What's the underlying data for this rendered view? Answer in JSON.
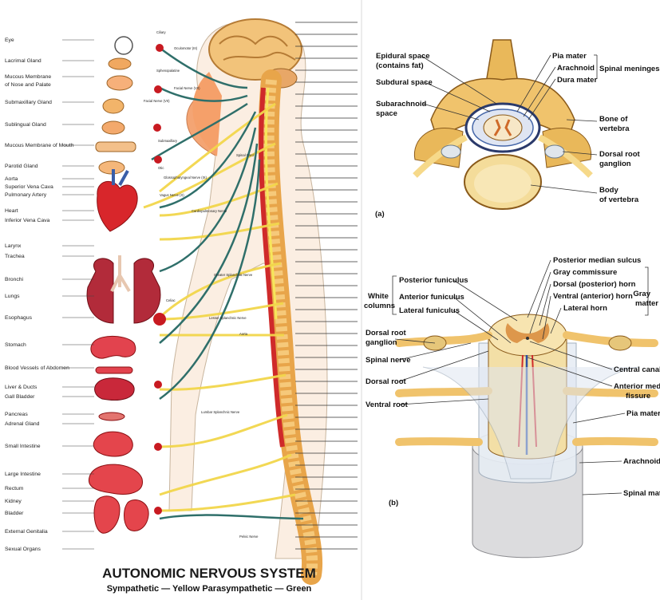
{
  "left_panel": {
    "title": "AUTONOMIC NERVOUS SYSTEM",
    "subtitle": "Sympathetic — Yellow   Parasympathetic — Green",
    "organ_labels": [
      "Eye",
      "Lacrimal Gland",
      "Mucous Membrane",
      "of Nose and Palate",
      "Submaxillary Gland",
      "Sublingual Gland",
      "Mucous Membrane of Mouth",
      "Parotid Gland",
      "Aorta",
      "Superior Vena Cava",
      "Pulmonary Artery",
      "Heart",
      "Inferior Vena Cava",
      "Larynx",
      "Trachea",
      "Bronchi",
      "Lungs",
      "Esophagus",
      "Stomach",
      "Blood Vessels of Abdomen",
      "Liver & Ducts",
      "Gall Bladder",
      "Pancreas",
      "Adrenal Gland",
      "Small Intestine",
      "Large Intestine",
      "Rectum",
      "Kidney",
      "Bladder",
      "External Genitalia",
      "Sexual Organs"
    ],
    "small_labels": [
      "Ciliary",
      "Oculomotor (III)",
      "Sphenopalatine",
      "Facial Nerve (VII)",
      "Facial Nerve (VII)",
      "Submaxillary",
      "Otic",
      "Glossopharyngeal Nerve (IX)",
      "Vagus Nerve (X)",
      "Cardiopulmonary Nerve",
      "Spinal Cord",
      "Greater Splanchnic Nerve",
      "Lesser Splanchnic Nerve",
      "Aorta",
      "Celiac",
      "Lumbar Splanchnic Nerve",
      "Pelvic Nerve"
    ]
  },
  "panel_a": {
    "tag": "(a)",
    "labels": {
      "epidural": "Epidural space",
      "epidural2": "(contains fat)",
      "subdural": "Subdural space",
      "subarachnoid": "Subarachnoid",
      "subarachnoid2": "space",
      "pia": "Pia mater",
      "arachnoid": "Arachnoid",
      "dura": "Dura mater",
      "meninges": "Spinal meninges",
      "bone": "Bone of",
      "bone2": "vertebra",
      "drg": "Dorsal root",
      "drg2": "ganglion",
      "body": "Body",
      "body2": "of vertebra"
    }
  },
  "panel_b": {
    "tag": "(b)",
    "labels": {
      "pms": "Posterior median sulcus",
      "gc": "Gray commissure",
      "dh": "Dorsal (posterior) horn",
      "vh": "Ventral (anterior) horn",
      "lh": "Lateral horn",
      "gm": "Gray",
      "gm2": "matter",
      "pf": "Posterior funiculus",
      "af": "Anterior funiculus",
      "lf": "Lateral funiculus",
      "wc": "White",
      "wc2": "columns",
      "drg": "Dorsal root",
      "drg2": "ganglion",
      "sn": "Spinal nerve",
      "dr": "Dorsal root",
      "vr": "Ventral root",
      "cc": "Central canal",
      "amf": "Anterior median",
      "amf2": "fissure",
      "pia": "Pia mater",
      "arach": "Arachnoid",
      "spm": "Spinal mater"
    }
  },
  "colors": {
    "sympathetic": "#f2d64b",
    "parasympathetic": "#2f6f6a",
    "bone": "#e9b85a",
    "organ_red": "#d8262b",
    "skin": "#f4a574",
    "spine_red": "#cf2a2a"
  }
}
